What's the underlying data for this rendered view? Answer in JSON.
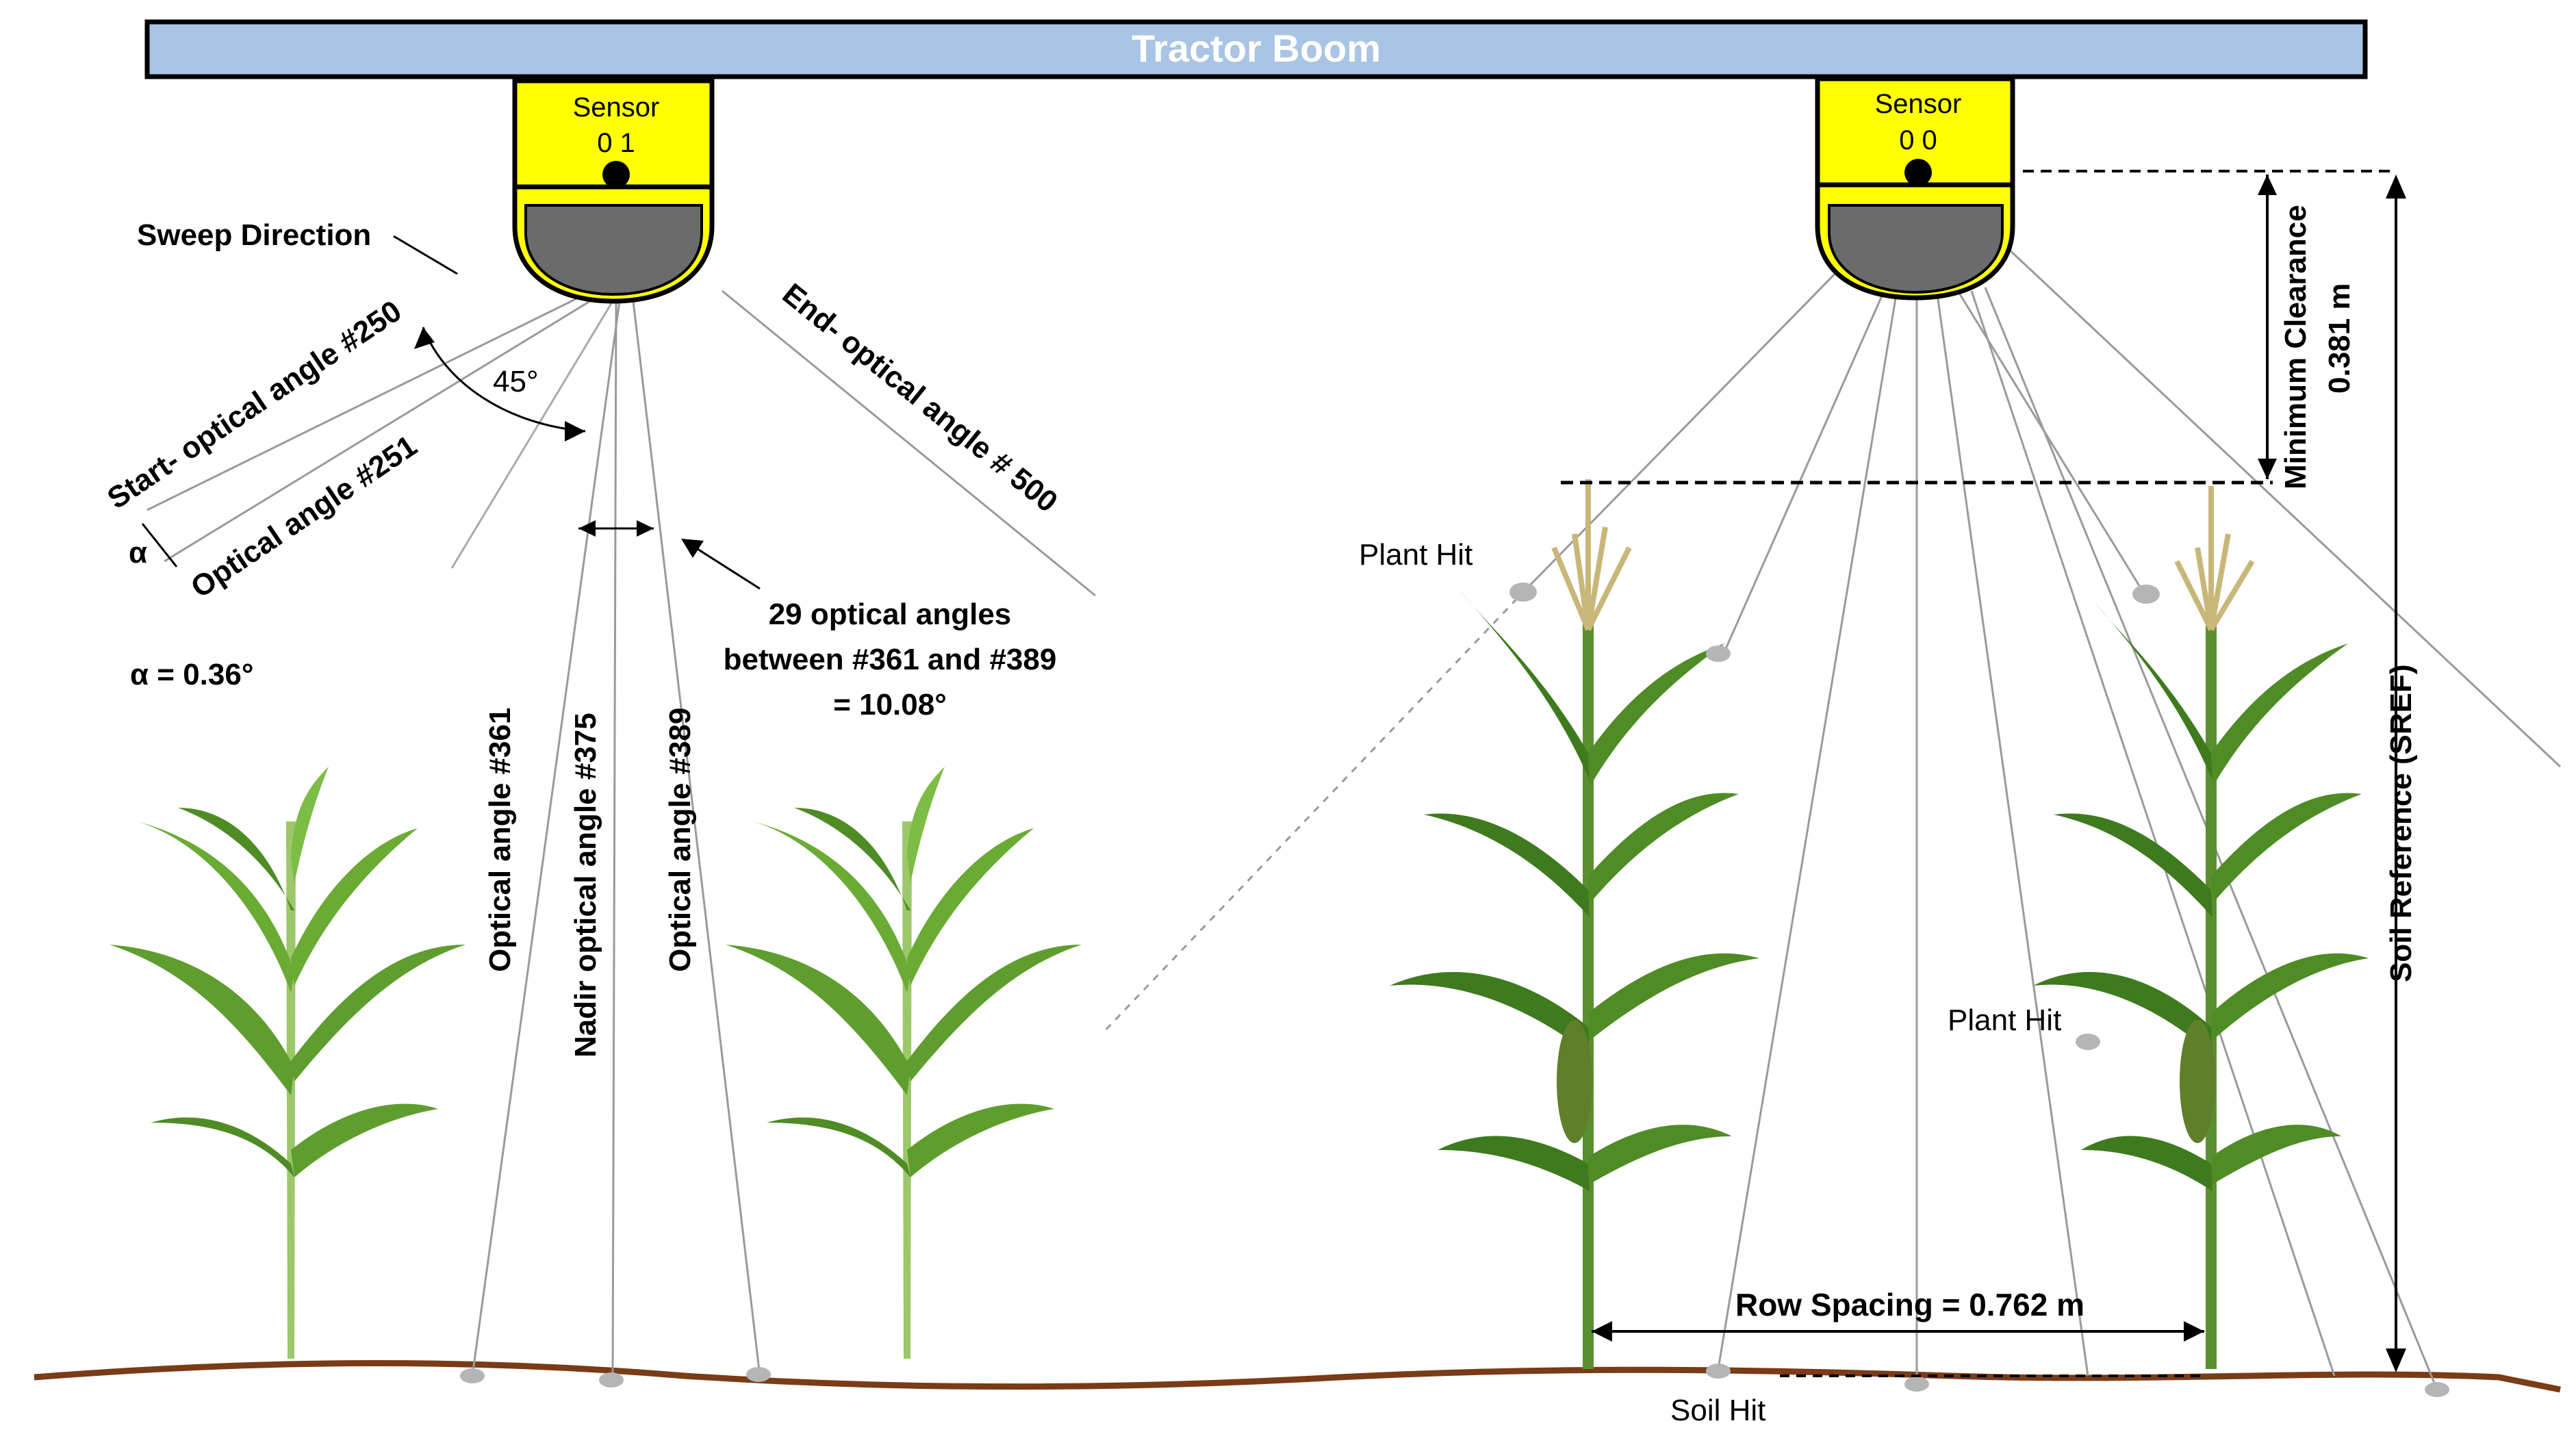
{
  "boom": {
    "label": "Tractor Boom"
  },
  "sensors": [
    {
      "title": "Sensor",
      "id": "0 1"
    },
    {
      "title": "Sensor",
      "id": "0 0"
    }
  ],
  "labels": {
    "sweep_direction": "Sweep Direction",
    "start_angle": "Start- optical angle #250",
    "angle_251": "Optical angle #251",
    "end_angle": "End- optical angle # 500",
    "angle_45": "45°",
    "alpha_symbol": "α",
    "alpha_value": "α = 0.36°",
    "angles_29_line1": "29 optical angles",
    "angles_29_line2": "between #361 and #389",
    "angles_29_line3": "= 10.08°",
    "angle_361": "Optical angle #361",
    "nadir_375": "Nadir optical angle #375",
    "angle_389": "Optical angle #389",
    "plant_hit_1": "Plant Hit",
    "plant_hit_2": "Plant Hit",
    "soil_hit": "Soil Hit",
    "row_spacing": "Row Spacing = 0.762 m",
    "min_clearance": "Minimum Clearance",
    "min_clearance_value": "0.381 m",
    "soil_reference": "Soil Reference (SREF)"
  },
  "colors": {
    "boom_fill": "#a9c4e4",
    "sensor_yellow": "#ffff00",
    "sensor_lens": "#6b6b6b",
    "soil": "#7a3b17",
    "leaf": "#5f9e2e",
    "leaf_dark": "#3e7a1e",
    "tassel": "#c9b77a"
  }
}
